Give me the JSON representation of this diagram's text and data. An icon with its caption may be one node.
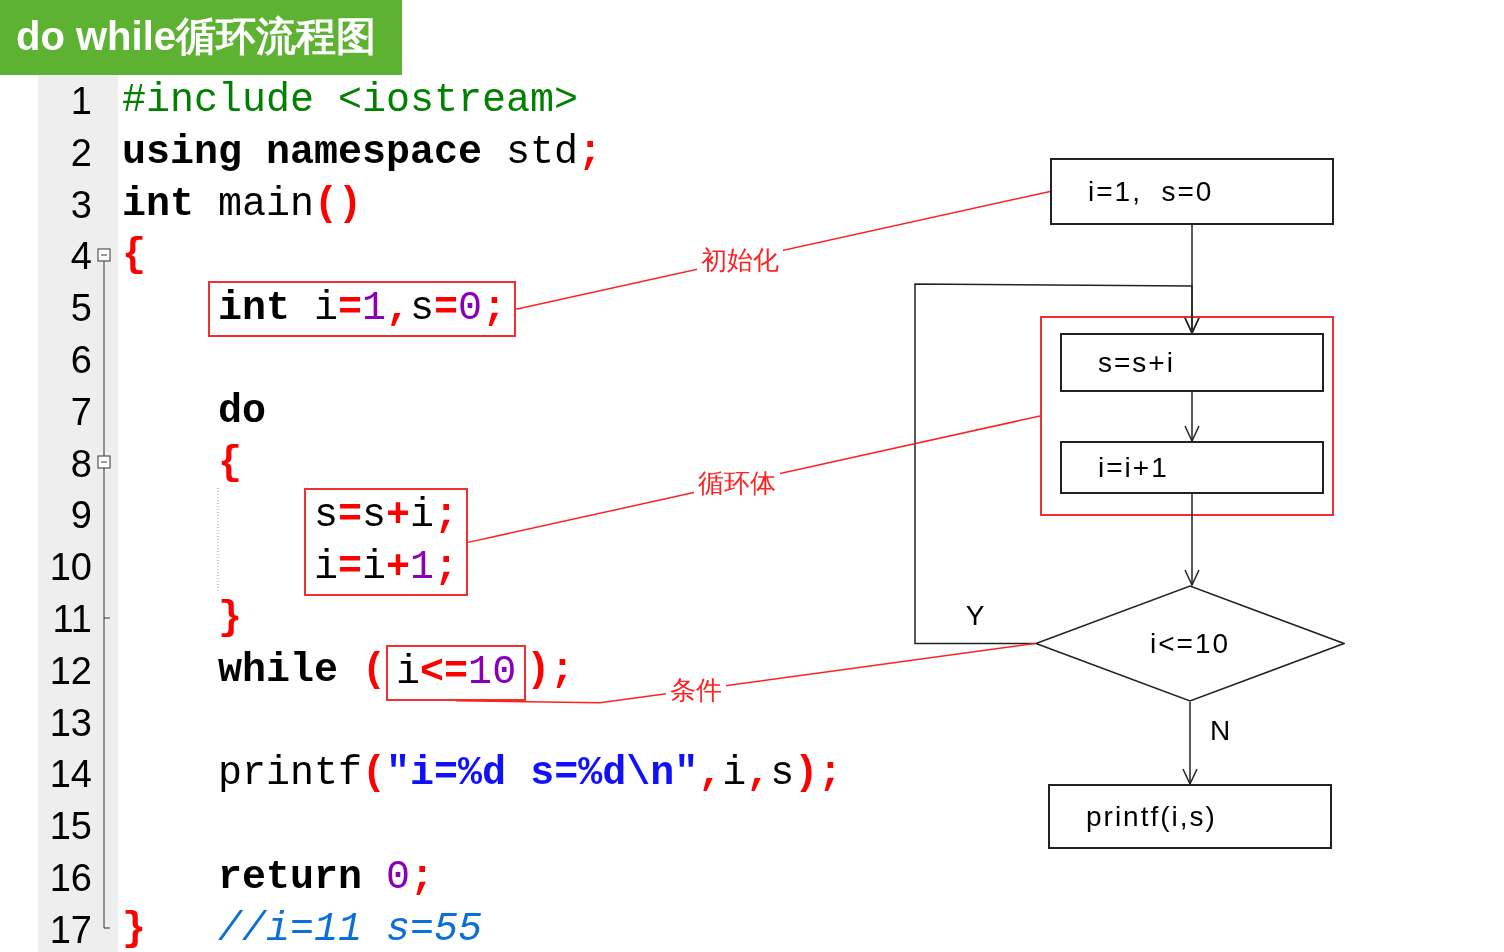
{
  "diagram": {
    "title": "do while循环流程图",
    "nodes": [
      {
        "text": [
          "**int** i=1,s=0;"
        ]
      },
      {
        "text": [
          "s=s+i;",
          "i=i+1;"
        ]
      },
      {
        "text": [
          "i<=10"
        ]
      },
      {
        "text": [
          "i=1,  s=0"
        ]
      },
      {
        "text": [],
        "shape": "box"
      },
      {
        "text": [
          "s=s+i"
        ],
        "in": 4
      },
      {
        "text": [
          "i=i+1"
        ],
        "in": 4
      },
      {
        "text": [
          "i<=10"
        ]
      },
      {
        "text": [
          "printf(i,s)"
        ]
      }
    ],
    "edges": [
      {
        "from": 3,
        "to": 5,
        "arrow": "to"
      },
      {
        "from": 5,
        "to": 6,
        "arrow": "to"
      },
      {
        "from": 6,
        "to": 7,
        "arrow": "to"
      },
      {
        "from": 7,
        "to": 8,
        "arrow": "to",
        "label": "N"
      },
      {
        "from": 7,
        "to": 5,
        "arrow": "to",
        "label": "Y"
      },
      {
        "from": 0,
        "to": 3,
        "arrow": "none",
        "label": "初始化",
        "color": "#ff2020"
      },
      {
        "from": 1,
        "to": 4,
        "arrow": "none",
        "label": "循环体",
        "color": "#ff2020"
      },
      {
        "from": 2,
        "to": 7,
        "arrow": "none",
        "label": "条件",
        "color": "#ff2020"
      }
    ],
    "labels": [
      "1",
      "#include <iostream>",
      "2",
      "**using namespace** std;",
      "3",
      "**int** main()",
      "4",
      "{",
      "5",
      "6",
      "7",
      "**do**",
      "8",
      "{",
      "9",
      "10",
      "11",
      "}",
      "12",
      "**while** (",
      ");",
      "13",
      "14",
      "printf(\"i=%d s=%d\\n\",i,s);",
      "15",
      "16",
      "**return** 0;",
      "17",
      "}",
      "//i=11 s=55"
    ]
  }
}
